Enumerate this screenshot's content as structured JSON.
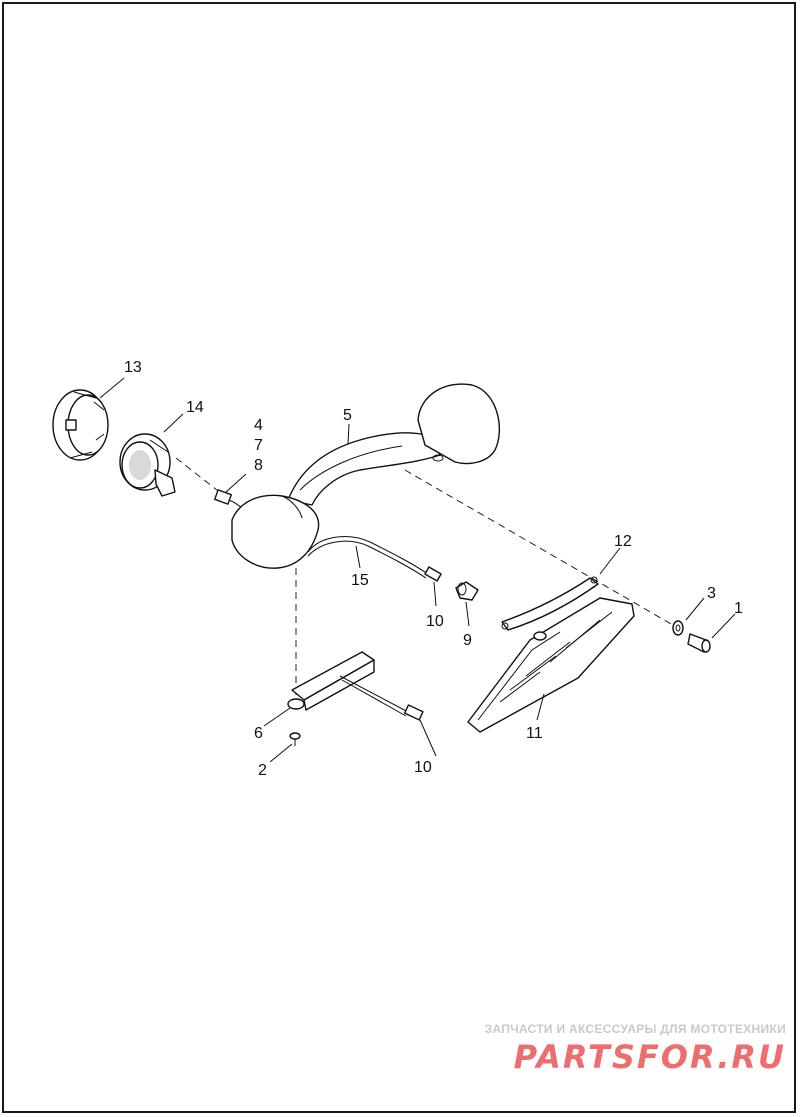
{
  "callouts": [
    {
      "id": "c1",
      "text": "1"
    },
    {
      "id": "c2",
      "text": "2"
    },
    {
      "id": "c3",
      "text": "3"
    },
    {
      "id": "c4",
      "text": "4"
    },
    {
      "id": "c5",
      "text": "5"
    },
    {
      "id": "c6",
      "text": "6"
    },
    {
      "id": "c7",
      "text": "7"
    },
    {
      "id": "c8",
      "text": "8"
    },
    {
      "id": "c9",
      "text": "9"
    },
    {
      "id": "c10a",
      "text": "10"
    },
    {
      "id": "c10b",
      "text": "10"
    },
    {
      "id": "c11",
      "text": "11"
    },
    {
      "id": "c12",
      "text": "12"
    },
    {
      "id": "c13",
      "text": "13"
    },
    {
      "id": "c14",
      "text": "14"
    },
    {
      "id": "c15",
      "text": "15"
    }
  ],
  "watermark": {
    "subtitle": "ЗАПЧАСТИ И АКСЕССУАРЫ ДЛЯ МОТОТЕХНИКИ",
    "logo": "PARTSFOR.RU"
  },
  "colors": {
    "line": "#111111",
    "watermark_logo": "#ec6e6e",
    "watermark_text": "#c9c9c9"
  }
}
